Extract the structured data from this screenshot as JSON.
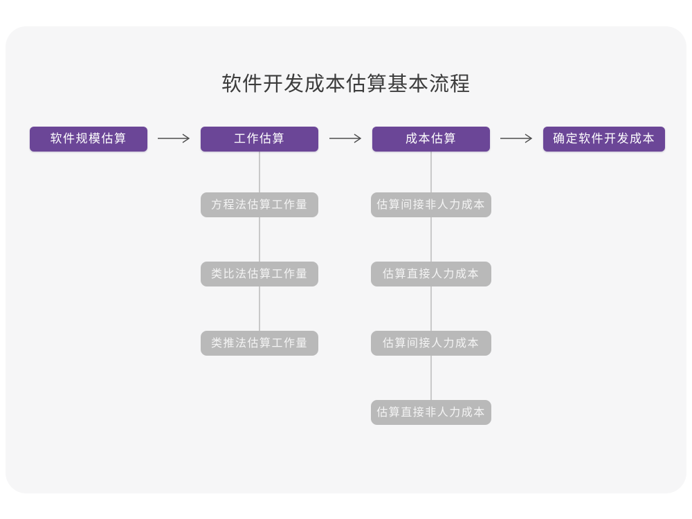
{
  "page": {
    "title": "软件开发成本估算基本流程"
  },
  "colors": {
    "main_step_purple": "#6b4697",
    "sub_step_gray": "#b9b9b9",
    "card_background": "#f6f6f7",
    "title_text": "#3c3c3c",
    "arrow_stroke": "#4d4d4d",
    "connector_line": "#c9c9c9",
    "box_text": "#ffffff"
  },
  "flow": {
    "main_steps": [
      {
        "label": "软件规模估算"
      },
      {
        "label": "工作估算"
      },
      {
        "label": "成本估算"
      },
      {
        "label": "确定软件开发成本"
      }
    ],
    "work_estimation_substeps": [
      {
        "label": "方程法估算工作量"
      },
      {
        "label": "类比法估算工作量"
      },
      {
        "label": "类推法估算工作量"
      }
    ],
    "cost_estimation_substeps": [
      {
        "label": "估算间接非人力成本"
      },
      {
        "label": "估算直接人力成本"
      },
      {
        "label": "估算间接人力成本"
      },
      {
        "label": "估算直接非人力成本"
      }
    ]
  }
}
